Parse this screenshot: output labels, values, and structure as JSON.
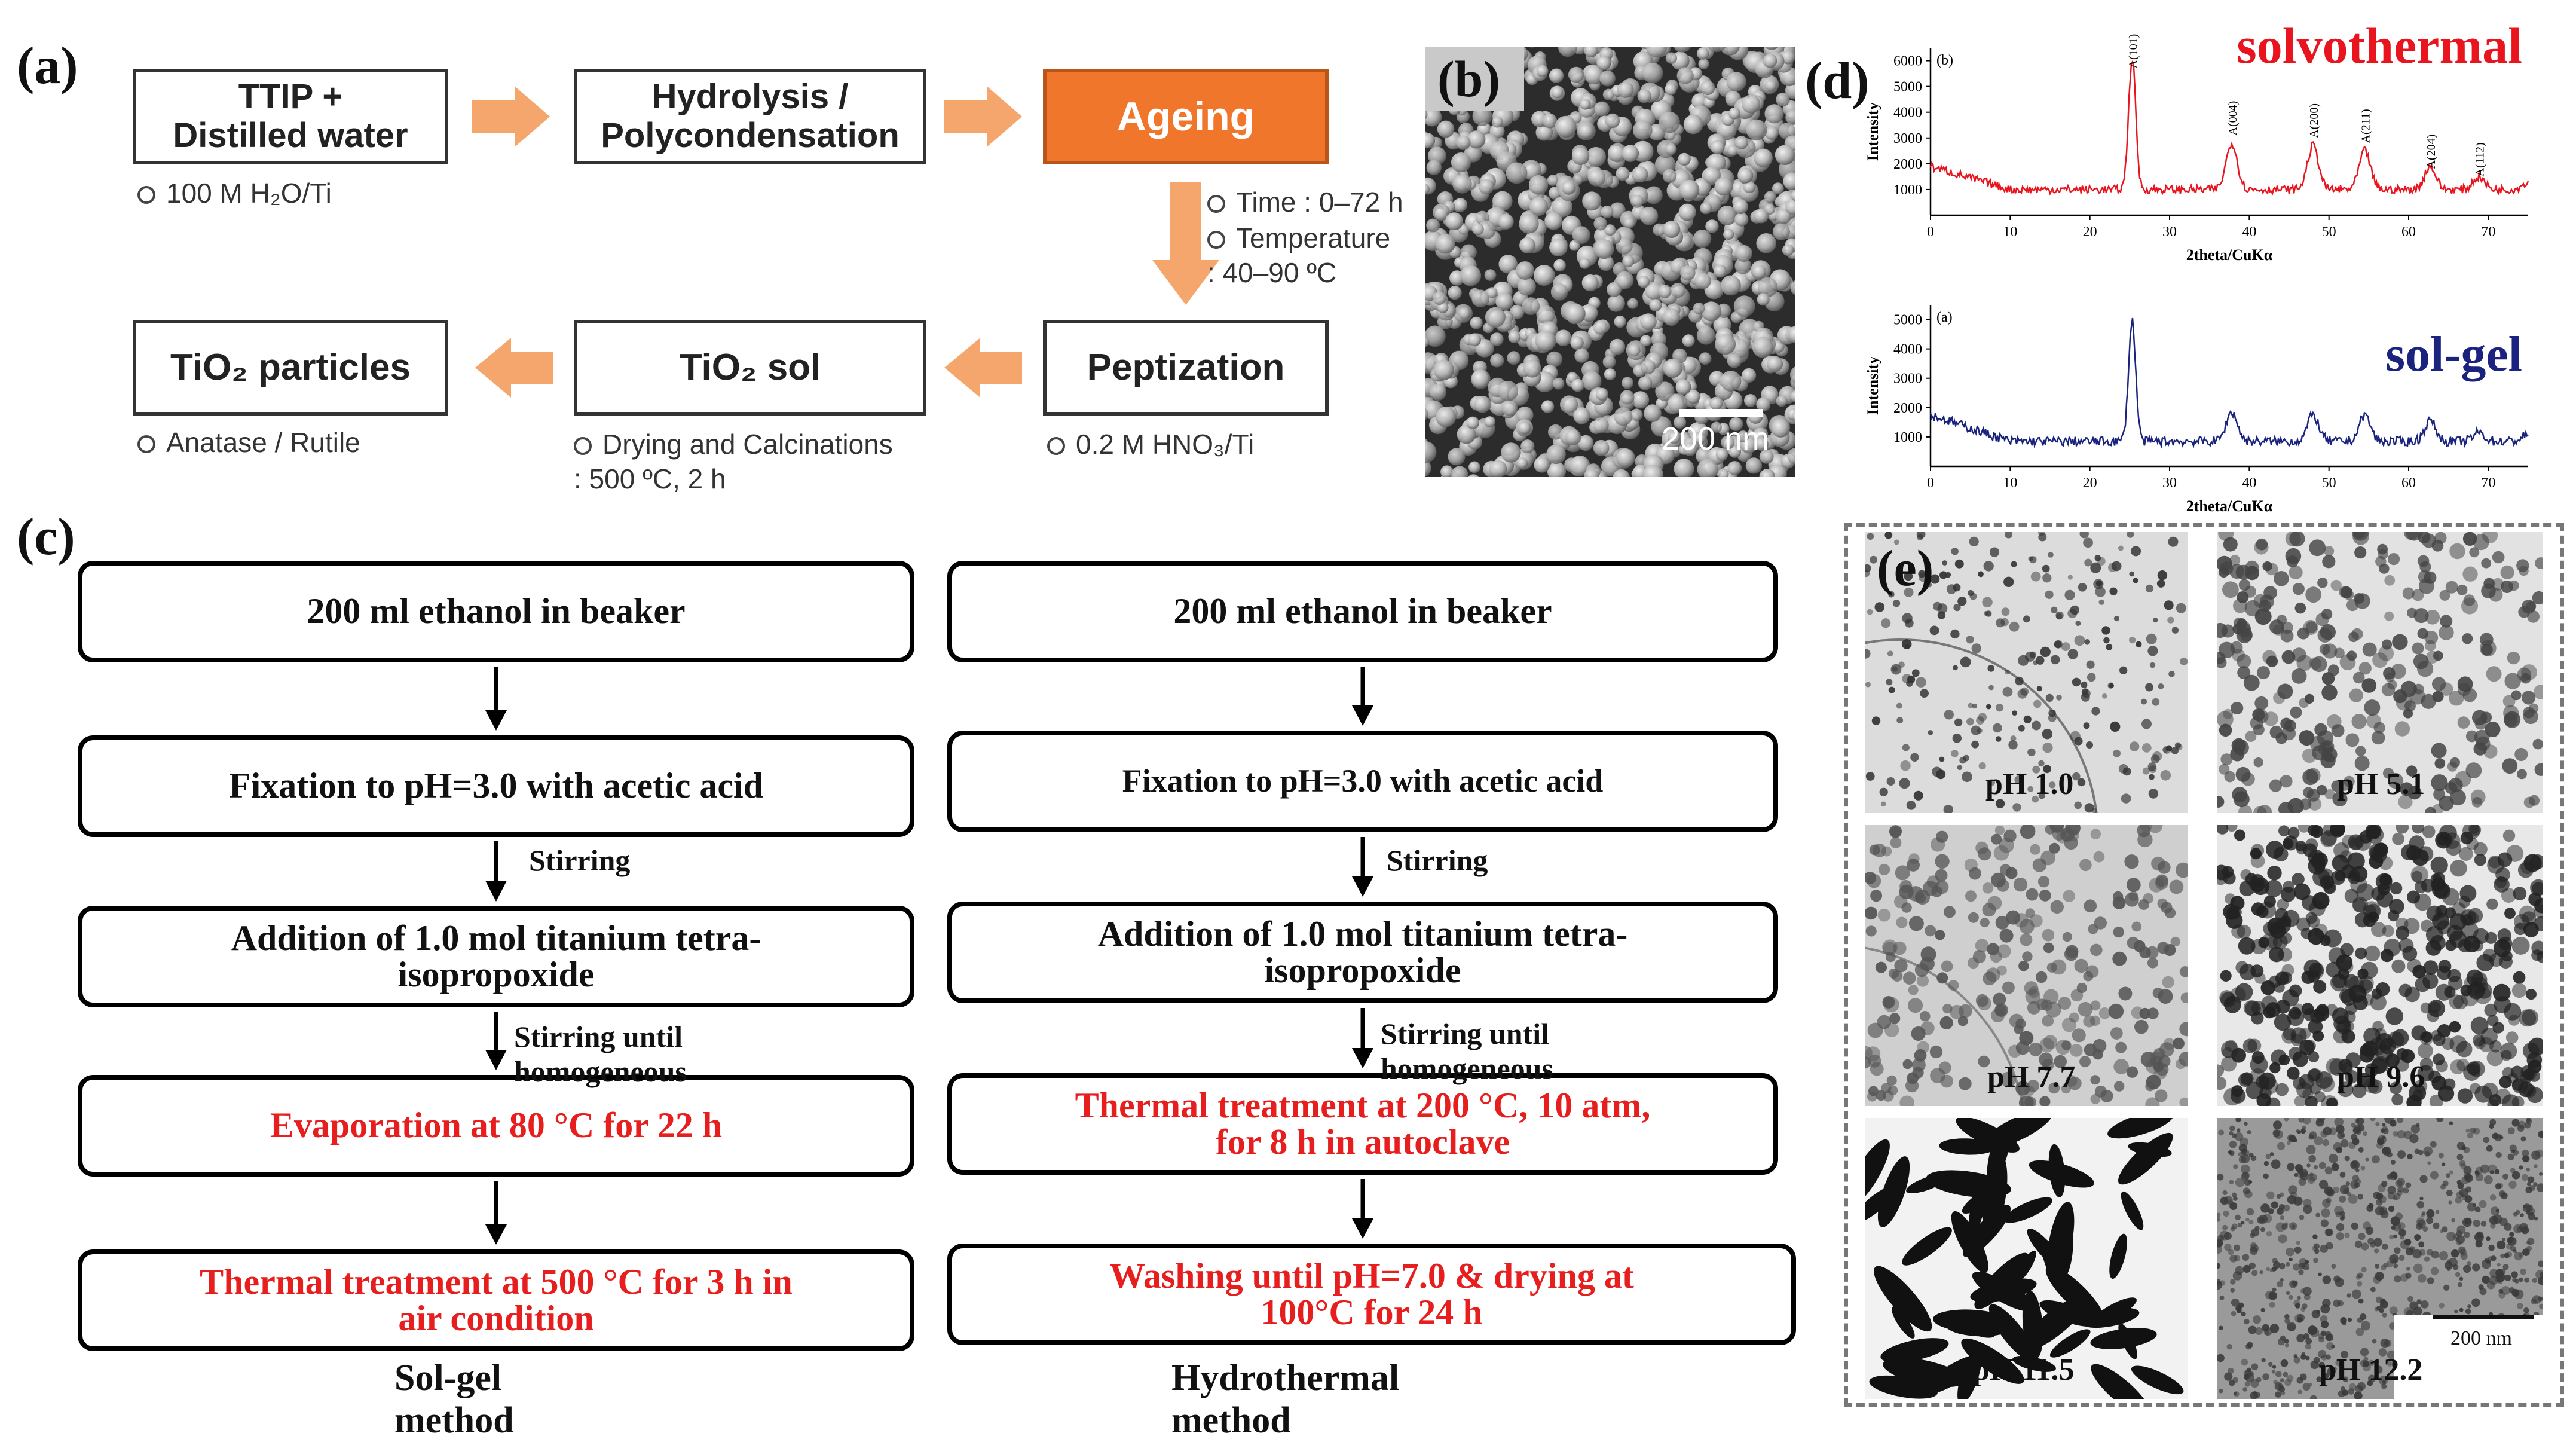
{
  "panels": {
    "a": {
      "label": "(a)",
      "boxes": {
        "ttip": "TTIP +\nDistilled water",
        "hydrolysis": "Hydrolysis /\nPolycondensation",
        "ageing": "Ageing",
        "peptization": "Peptization",
        "sol": "TiO₂ sol",
        "particles": "TiO₂ particles"
      },
      "notes": {
        "ttip": "100 M H₂O/Ti",
        "ageing_time": "Time : 0–72 h",
        "ageing_temp": "Temperature\n: 40–90 ºC",
        "peptization": "0.2 M HNO₃/Ti",
        "sol": "Drying and Calcinations\n: 500 ºC, 2 h",
        "particles": "Anatase / Rutile"
      },
      "colors": {
        "orange": "#f0762b",
        "arrow": "#f5a66c"
      }
    },
    "b": {
      "label": "(b)",
      "scale_bar": "200 nm"
    },
    "c": {
      "label": "(c)",
      "sol_gel": {
        "title": "Sol-gel method",
        "steps": [
          "200 ml ethanol in beaker",
          "Fixation to pH=3.0 with acetic acid",
          "Addition of 1.0 mol titanium tetra-\nisopropoxide",
          "Evaporation at 80 °C for 22 h",
          "Thermal treatment at 500 °C for 3 h in\nair condition"
        ],
        "notes": [
          "Stirring",
          "Stirring until homogeneous"
        ]
      },
      "hydrothermal": {
        "title": "Hydrothermal method",
        "steps": [
          "200 ml ethanol in beaker",
          "Fixation to pH=3.0 with acetic acid",
          "Addition of 1.0 mol titanium tetra-\nisopropoxide",
          "Thermal treatment at 200 °C, 10 atm,\nfor 8 h in autoclave",
          "Washing until pH=7.0 & drying at\n100°C for 24 h"
        ],
        "notes": [
          "Stirring",
          "Stirring until homogeneous"
        ]
      },
      "colors": {
        "highlight": "#e61e1e"
      }
    },
    "d": {
      "label": "(d)",
      "plots": [
        {
          "sublabel": "(b)",
          "method": "solvothermal",
          "color": "#e8141e",
          "ylabel": "Intensity",
          "xlabel": "2theta/CuKα",
          "yticks": [
            "6000",
            "5000",
            "4000",
            "3000",
            "2000",
            "1000"
          ],
          "xticks": [
            "0",
            "10",
            "20",
            "30",
            "40",
            "50",
            "60",
            "70"
          ],
          "peaks": [
            "A(101)",
            "A(004)",
            "A(200)",
            "A(211)",
            "A(204)",
            "A(112)"
          ]
        },
        {
          "sublabel": "(a)",
          "method": "sol-gel",
          "color": "#1a237e",
          "ylabel": "Intensity",
          "xlabel": "2theta/CuKα",
          "yticks": [
            "5000",
            "4000",
            "3000",
            "2000",
            "1000"
          ],
          "xticks": [
            "0",
            "10",
            "20",
            "30",
            "40",
            "50",
            "60",
            "70"
          ]
        }
      ]
    },
    "e": {
      "label": "(e)",
      "images": [
        "pH 1.0",
        "pH 5.1",
        "pH 7.7",
        "pH 9.6",
        "pH 11.5",
        "pH 12.2"
      ],
      "scale_bar": "200 nm"
    }
  }
}
